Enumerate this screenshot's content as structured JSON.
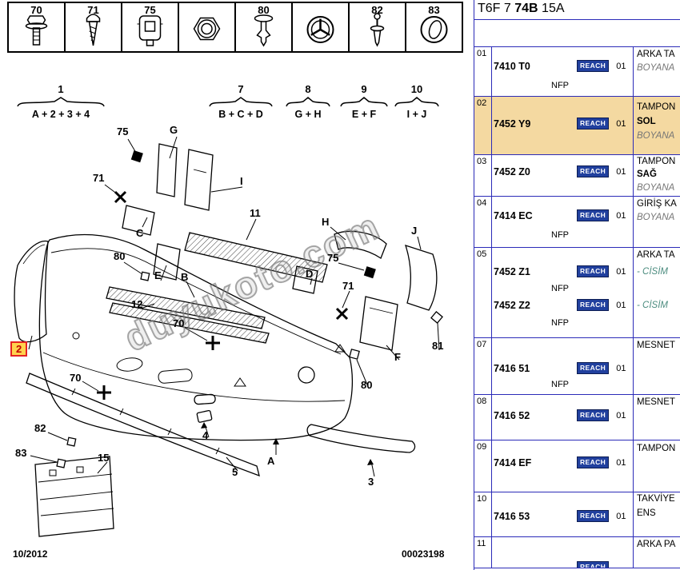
{
  "fasteners": {
    "items": [
      {
        "num": "70",
        "icon": "hex-bolt-washer-icon"
      },
      {
        "num": "71",
        "icon": "tapping-screw-icon"
      },
      {
        "num": "75",
        "icon": "spring-clip-icon"
      },
      {
        "num": "",
        "icon": "flange-nut-icon"
      },
      {
        "num": "80",
        "icon": "expansion-rivet-icon"
      },
      {
        "num": "",
        "icon": "grommet-icon"
      },
      {
        "num": "82",
        "icon": "blind-rivet-icon"
      },
      {
        "num": "83",
        "icon": "plug-icon"
      }
    ]
  },
  "groups": [
    {
      "num": "1",
      "formula": "A + 2 + 3 + 4"
    },
    {
      "num": "7",
      "formula": "B + C + D"
    },
    {
      "num": "8",
      "formula": "G + H"
    },
    {
      "num": "9",
      "formula": "E + F"
    },
    {
      "num": "10",
      "formula": "I + J"
    }
  ],
  "diagram": {
    "watermark": "duyukoto.com",
    "date": "10/2012",
    "doc_number": "00023198",
    "callouts": [
      {
        "label": "75"
      },
      {
        "label": "G"
      },
      {
        "label": "71"
      },
      {
        "label": "I"
      },
      {
        "label": "11"
      },
      {
        "label": "C"
      },
      {
        "label": "H"
      },
      {
        "label": "J"
      },
      {
        "label": "80"
      },
      {
        "label": "E"
      },
      {
        "label": "B"
      },
      {
        "label": "75"
      },
      {
        "label": "D"
      },
      {
        "label": "71"
      },
      {
        "label": "12"
      },
      {
        "label": "70"
      },
      {
        "label": "F"
      },
      {
        "label": "81"
      },
      {
        "label": "2"
      },
      {
        "label": "70"
      },
      {
        "label": "80"
      },
      {
        "label": "82"
      },
      {
        "label": "83"
      },
      {
        "label": "15"
      },
      {
        "label": "4"
      },
      {
        "label": "A"
      },
      {
        "label": "5"
      },
      {
        "label": "3"
      }
    ]
  },
  "table": {
    "header": {
      "prefix": "T6F 7 ",
      "bold": "74B",
      "suffix": " 15A"
    },
    "reach_label": "REACH",
    "nfp_label": "NFP",
    "highlight_color": "#f4d9a1",
    "reach_color": "#21409e",
    "rows": [
      {
        "idx": "01",
        "part1": "7410 T0",
        "qty1": "01",
        "desc": [
          "ARKA TA",
          "BOYANA"
        ]
      },
      {
        "idx": "02",
        "part1": "7452 Y9",
        "qty1": "01",
        "desc": [
          "TAMPON",
          "SOL",
          "BOYANA"
        ],
        "highlighted": true
      },
      {
        "idx": "03",
        "part1": "7452 Z0",
        "qty1": "01",
        "desc": [
          "TAMPON",
          "SAĞ",
          "BOYANA"
        ]
      },
      {
        "idx": "04",
        "part1": "7414 EC",
        "qty1": "01",
        "desc": [
          "GİRİŞ KA",
          "BOYANA"
        ]
      },
      {
        "idx": "05",
        "part1": "7452 Z1",
        "qty1": "01",
        "part2": "7452 Z2",
        "qty2": "01",
        "desc": [
          "ARKA TA",
          "- CİSİM",
          "- CİSİM"
        ]
      },
      {
        "idx": "07",
        "part1": "7416 51",
        "qty1": "01",
        "desc": [
          "MESNET"
        ]
      },
      {
        "idx": "08",
        "part1": "7416 52",
        "qty1": "01",
        "desc": [
          "MESNET"
        ]
      },
      {
        "idx": "09",
        "part1": "7414 EF",
        "qty1": "01",
        "desc": [
          "TAMPON"
        ]
      },
      {
        "idx": "10",
        "part1": "7416 53",
        "qty1": "01",
        "desc": [
          "TAKVİYE",
          "ENS"
        ]
      },
      {
        "idx": "11",
        "part1": "",
        "qty1": "",
        "desc": [
          "ARKA PA"
        ]
      }
    ]
  }
}
